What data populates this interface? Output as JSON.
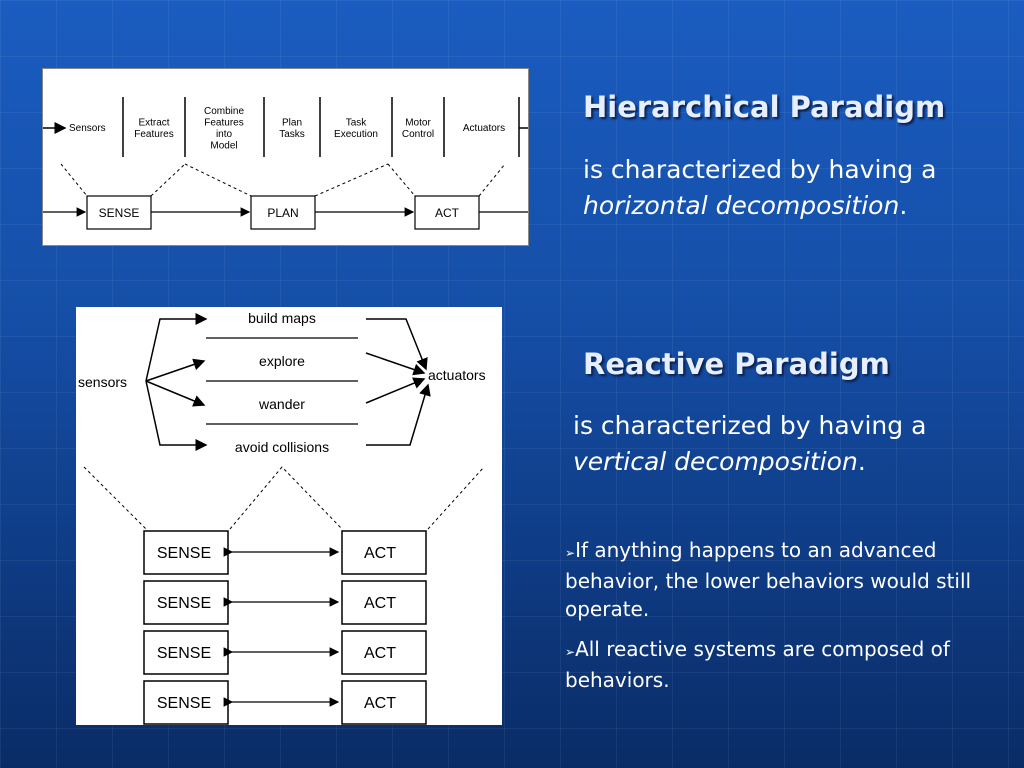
{
  "hierarchical": {
    "heading": "Hierarchical Paradigm",
    "desc_prefix": "is characterized by having a",
    "desc_emph": "horizontal decomposition",
    "desc_suffix": ".",
    "diagram": {
      "top_labels": [
        [
          "Sensors"
        ],
        [
          "Extract",
          "Features"
        ],
        [
          "Combine",
          "Features",
          "into",
          "Model"
        ],
        [
          "Plan",
          "Tasks"
        ],
        [
          "Task",
          "Execution"
        ],
        [
          "Motor",
          "Control"
        ],
        [
          "Actuators"
        ]
      ],
      "boxes": [
        "SENSE",
        "PLAN",
        "ACT"
      ]
    }
  },
  "reactive": {
    "heading": "Reactive Paradigm",
    "desc_prefix": "is characterized by having a",
    "desc_emph": "vertical decomposition",
    "desc_suffix": ".",
    "diagram": {
      "input": "sensors",
      "output": "actuators",
      "behaviors": [
        "build maps",
        "explore",
        "wander",
        "avoid collisions"
      ],
      "rows": [
        {
          "left": "SENSE",
          "right": "ACT"
        },
        {
          "left": "SENSE",
          "right": "ACT"
        },
        {
          "left": "SENSE",
          "right": "ACT"
        },
        {
          "left": "SENSE",
          "right": "ACT"
        }
      ]
    }
  },
  "bullets": [
    {
      "marker": "➢",
      "text": "If anything happens to an advanced behavior, the lower behaviors would still operate."
    },
    {
      "marker": "➢",
      "text": "All reactive systems are composed of behaviors."
    }
  ]
}
